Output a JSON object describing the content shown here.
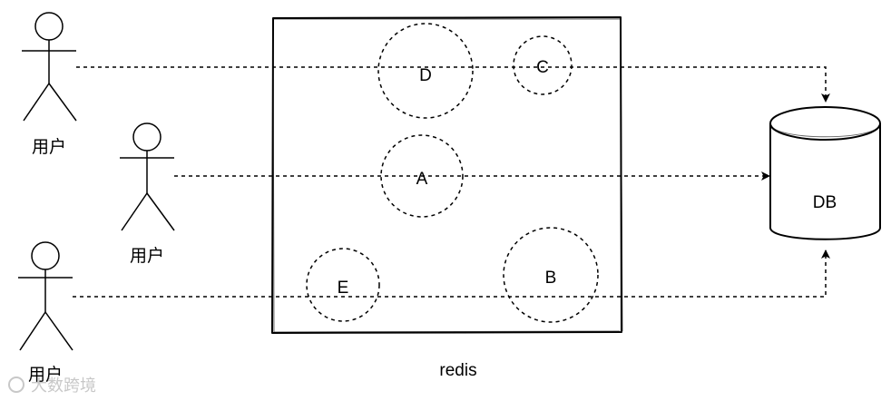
{
  "actors": [
    {
      "label": "用户"
    },
    {
      "label": "用户"
    },
    {
      "label": "用户"
    }
  ],
  "redis": {
    "label": "redis",
    "keys": [
      {
        "label": "D"
      },
      {
        "label": "C"
      },
      {
        "label": "A"
      },
      {
        "label": "E"
      },
      {
        "label": "B"
      }
    ]
  },
  "db": {
    "label": "DB"
  },
  "watermark": {
    "text": "大数跨境"
  }
}
